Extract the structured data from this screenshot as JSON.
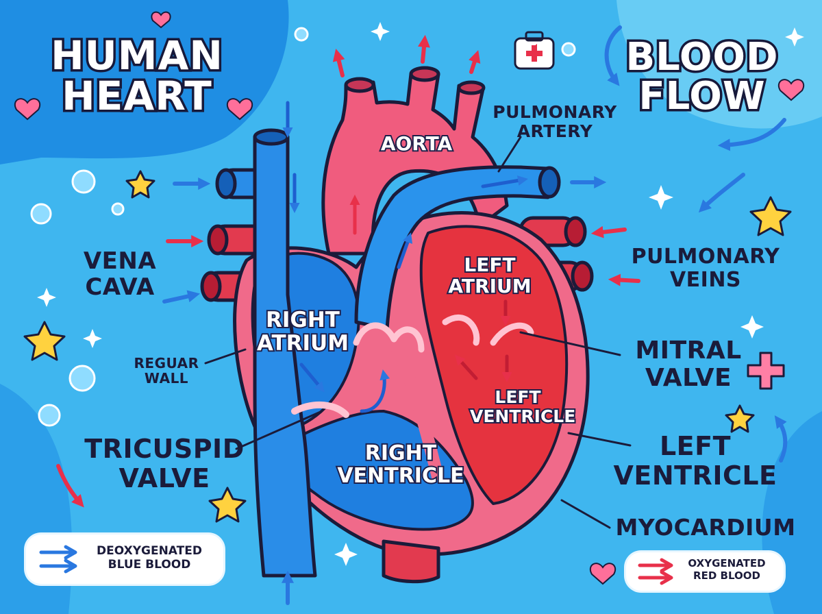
{
  "titles": {
    "human_heart": "HUMAN\nHEART",
    "blood_flow": "BLOOD\nFLOW"
  },
  "labels": {
    "aorta": "AORTA",
    "pulmonary_artery": "PULMONARY\nARTERY",
    "vena_cava": "VENA\nCAVA",
    "pulmonary_veins": "PULMONARY\nVEINS",
    "right_atrium": "RIGHT\nATRIUM",
    "left_atrium": "LEFT\nATRIUM",
    "reguar_wall": "REGUAR\nWALL",
    "mitral_valve": "MITRAL\nVALVE",
    "left_ventricle_inner": "LEFT\nVENTRICLE",
    "tricuspid_valve": "TRICUSPID\nVALVE",
    "right_ventricle": "RIGHT\nVENTRICLE",
    "left_ventricle_outer": "LEFT\nVENTRICLE",
    "myocardium": "MYOCARDIUM"
  },
  "legend": {
    "deoxygenated": "DEOXYGENATED\nBLUE BLOOD",
    "oxygenated": "OXYGENATED\nRED BLOOD"
  },
  "colors": {
    "background": "#3fb6ef",
    "deoxygenated_blue": "#1e7fe0",
    "oxygenated_red": "#e8304a",
    "heart_pink": "#f06a8a",
    "outline": "#1b1b3a"
  }
}
